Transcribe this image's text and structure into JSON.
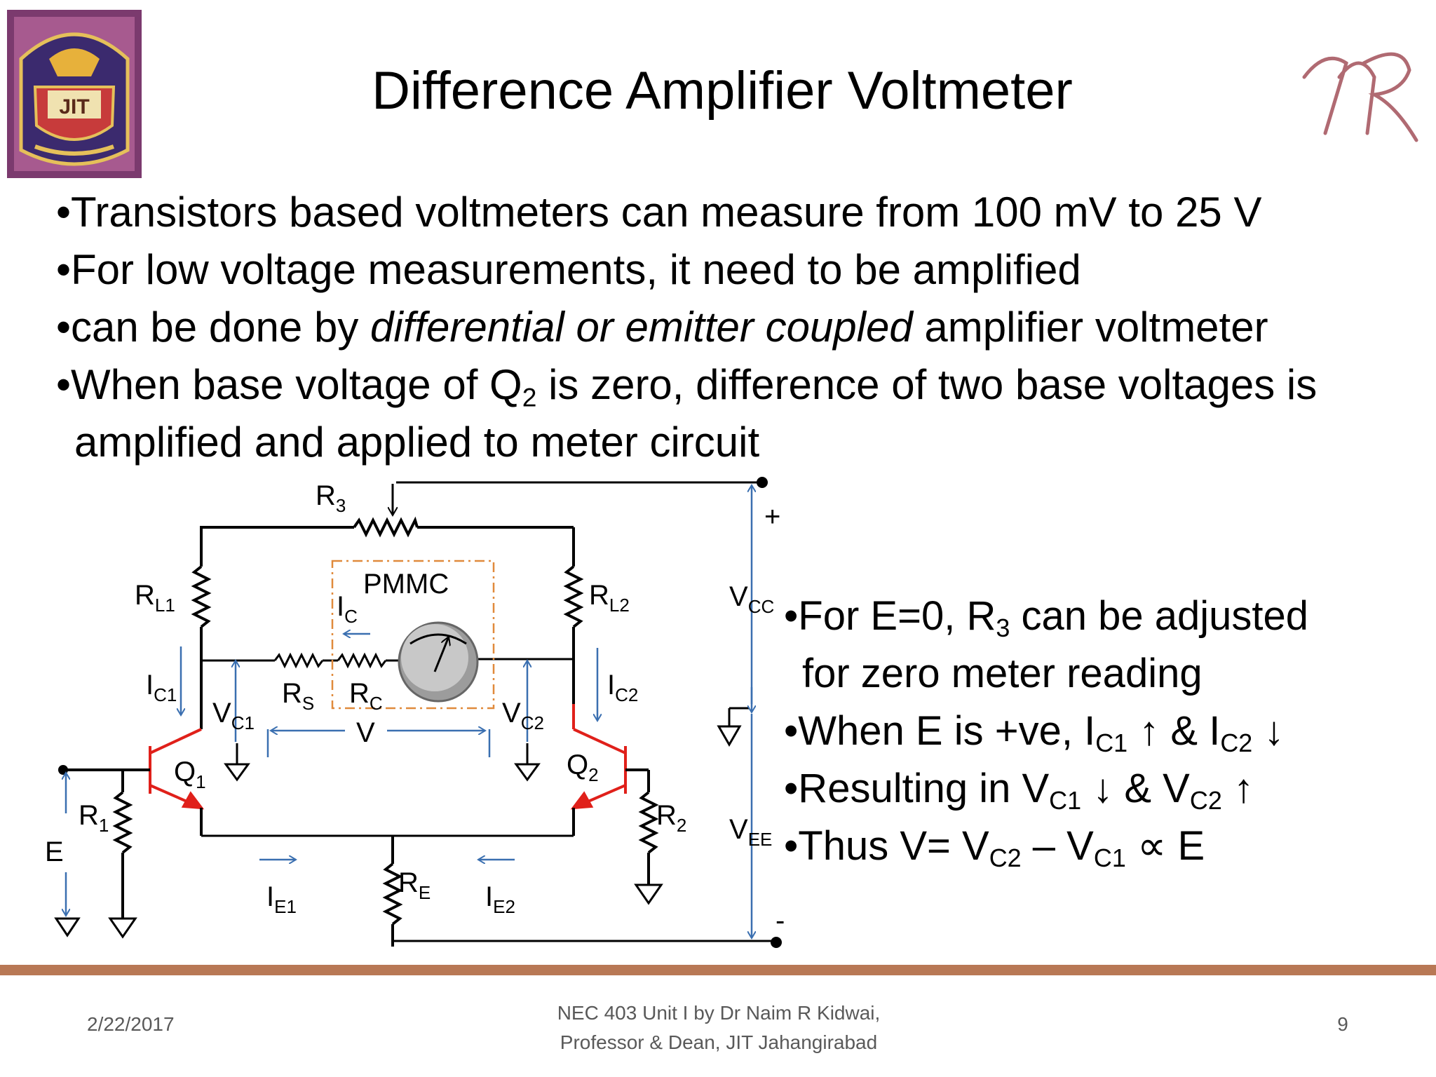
{
  "slide": {
    "title": "Difference Amplifier Voltmeter",
    "logo_left_text": "JIT",
    "bullets": [
      {
        "prefix": "•Transistors based voltmeters can measure  from 100 mV to 25 V"
      },
      {
        "prefix": "•For low voltage measurements, it need to be amplified"
      },
      {
        "prefix": "•can be done by ",
        "italic": "differential or emitter coupled",
        "suffix": " amplifier voltmeter"
      },
      {
        "prefix": "•When base voltage of Q",
        "sub": "2",
        "suffix": " is zero, difference of two base voltages is"
      },
      {
        "prefix": "amplified and applied to meter circuit"
      }
    ],
    "side_bullets": [
      {
        "a": "•For  E=0,  R",
        "s1": "3",
        "b": "  can  be  adjusted"
      },
      {
        "a": "for zero meter reading"
      },
      {
        "a": "•When E is +ve, I",
        "s1": "C1",
        "b": " ↑ & I",
        "s2": "C2",
        "c": "  ↓"
      },
      {
        "a": "•Resulting in      V",
        "s1": "C1",
        "b": " ↓ & V",
        "s2": "C2",
        "c": " ↑"
      },
      {
        "a": "•Thus V= V",
        "s1": "C2",
        "b": " – V",
        "s2": "C1",
        "c": " ∝ E"
      }
    ]
  },
  "diagram": {
    "labels": {
      "r3": "R",
      "r3_sub": "3",
      "rl1": "R",
      "rl1_sub": "L1",
      "rl2": "R",
      "rl2_sub": "L2",
      "pmmc": "PMMC",
      "ic": "I",
      "ic_sub": "C",
      "rs": "R",
      "rs_sub": "S",
      "rc": "R",
      "rc_sub": "C",
      "v": "V",
      "ic1": "I",
      "ic1_sub": "C1",
      "ic2": "I",
      "ic2_sub": "C2",
      "vc1": "V",
      "vc1_sub": "C1",
      "vc2": "V",
      "vc2_sub": "C2",
      "q1": "Q",
      "q1_sub": "1",
      "q2": "Q",
      "q2_sub": "2",
      "r1": "R",
      "r1_sub": "1",
      "r2": "R",
      "r2_sub": "2",
      "re": "R",
      "re_sub": "E",
      "ie1": "I",
      "ie1_sub": "E1",
      "ie2": "I",
      "ie2_sub": "E2",
      "e": "E",
      "vcc": "V",
      "vcc_sub": "CC",
      "vee": "V",
      "vee_sub": "EE",
      "plus": "+",
      "minus": "-"
    }
  },
  "footer": {
    "date": "2/22/2017",
    "center_line1": "NEC 403 Unit I by Dr Naim R Kidwai,",
    "center_line2": "Professor & Dean, JIT Jahangirabad",
    "page": "9"
  },
  "colors": {
    "accent_bar": "#b87855",
    "wire_blue": "#3a6fb0",
    "transistor_red": "#e0201a",
    "pmmc_box": "#e08a3c"
  }
}
